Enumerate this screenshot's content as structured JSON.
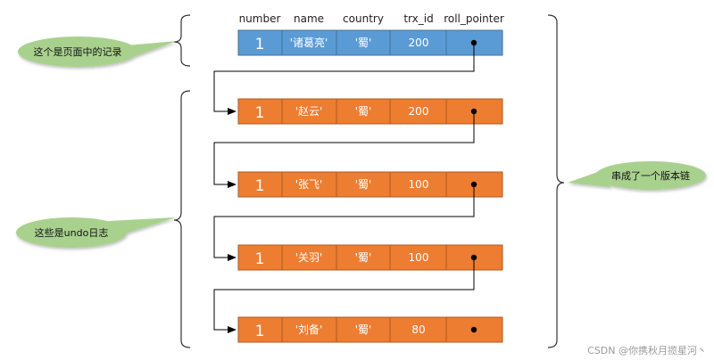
{
  "headers": [
    "number",
    "name",
    "country",
    "trx_id",
    "roll_pointer"
  ],
  "rows": [
    {
      "number": "1",
      "name": "'诸葛亮'",
      "country": "'蜀'",
      "trx_id": "200",
      "color": "#5b9bd5",
      "border": "#41719c"
    },
    {
      "number": "1",
      "name": "'赵云'",
      "country": "'蜀'",
      "trx_id": "200",
      "color": "#ed7d31",
      "border": "#ae5a21"
    },
    {
      "number": "1",
      "name": "'张飞'",
      "country": "'蜀'",
      "trx_id": "100",
      "color": "#ed7d31",
      "border": "#ae5a21"
    },
    {
      "number": "1",
      "name": "'关羽'",
      "country": "'蜀'",
      "trx_id": "100",
      "color": "#ed7d31",
      "border": "#ae5a21"
    },
    {
      "number": "1",
      "name": "'刘备'",
      "country": "'蜀'",
      "trx_id": "80",
      "color": "#ed7d31",
      "border": "#ae5a21"
    }
  ],
  "callouts": {
    "page_record": "这个是页面中的记录",
    "undo_log": "这些是undo日志",
    "version_chain": "串成了一个版本链"
  },
  "callout_color": "#a9d18e",
  "watermark": "CSDN @你携秋月揽星河丶"
}
